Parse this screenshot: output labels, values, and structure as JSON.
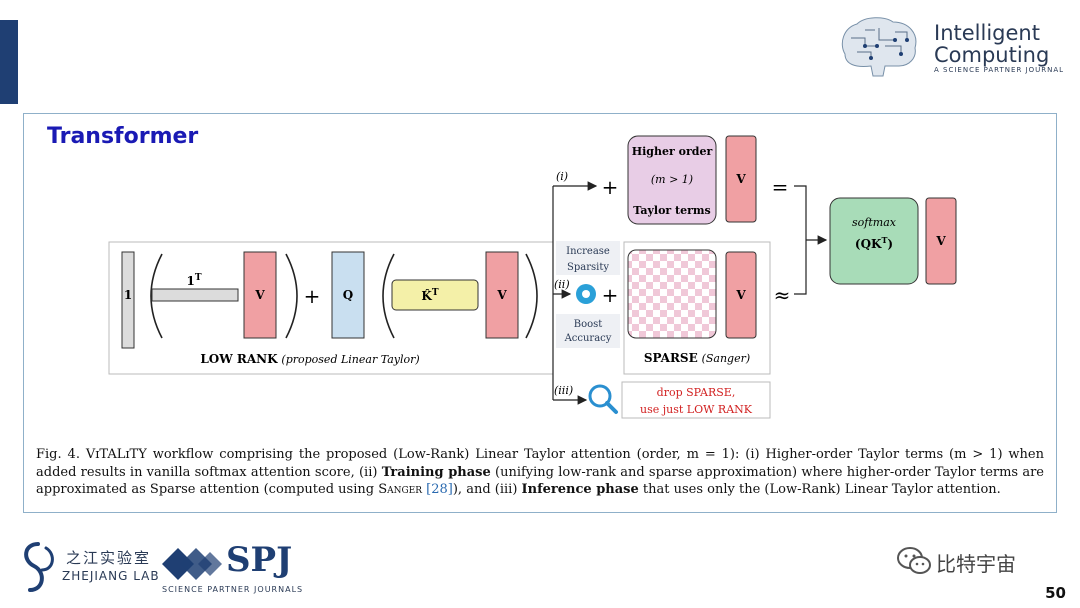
{
  "slide": {
    "title": "Transformer",
    "page_number": "50"
  },
  "logos": {
    "journal_word1": "Intelligent",
    "journal_word2": "Computing",
    "journal_sub": "A SCIENCE PARTNER JOURNAL",
    "zhejiang_cn": "之江实验室",
    "zhejiang_en": "ZHEJIANG LAB",
    "spj": "SPJ",
    "spj_sub": "SCIENCE PARTNER JOURNALS",
    "wechat": "比特宇宙"
  },
  "diagram": {
    "one_label": "1",
    "one_t": "1",
    "one_t_sup": "T",
    "v_label": "V",
    "q_label": "Q",
    "k_label": "K̂",
    "k_sup": "T",
    "low_rank": "LOW RANK",
    "low_rank_note": "(proposed Linear Taylor)",
    "sparse": "SPARSE",
    "sparse_note": "(Sanger)",
    "branch_i": "(i)",
    "branch_ii": "(ii)",
    "branch_iii": "(iii)",
    "higher_order_1": "Higher order",
    "higher_order_2": "(m > 1)",
    "higher_order_3": "Taylor terms",
    "increase_1": "Increase",
    "increase_2": "Sparsity",
    "boost_1": "Boost",
    "boost_2": "Accuracy",
    "drop_1": "drop SPARSE,",
    "drop_2": "use just LOW RANK",
    "softmax": "softmax",
    "qkt": "(QK",
    "qkt_sup": "T",
    "qkt_close": ")",
    "plus": "+",
    "equals": "=",
    "approx": "≈",
    "colors": {
      "v_fill": "#f0a0a3",
      "q_fill": "#c9dff0",
      "k_fill": "#f4f0a8",
      "higher_fill": "#e8cde6",
      "softmax_fill": "#a8dcb8",
      "drop_text": "#d22222",
      "sparse_pink": "#f0c8d8"
    }
  },
  "caption": {
    "part1": "Fig. 4.    VɪTALɪTY workflow comprising the proposed (Low-Rank) Linear Taylor attention (order, m = 1): (i) Higher-order Taylor terms (m > 1) when added results in vanilla softmax attention score, (ii) ",
    "training": "Training phase",
    "part2": " (unifying low-rank and sparse approximation) where higher-order Taylor terms are approximated as Sparse attention (computed using ",
    "sanger": "Sanger",
    "ref": " [28]",
    "part3": "), and (iii) ",
    "inference": "Inference phase",
    "part4": " that uses only the (Low-Rank) Linear Taylor attention."
  }
}
